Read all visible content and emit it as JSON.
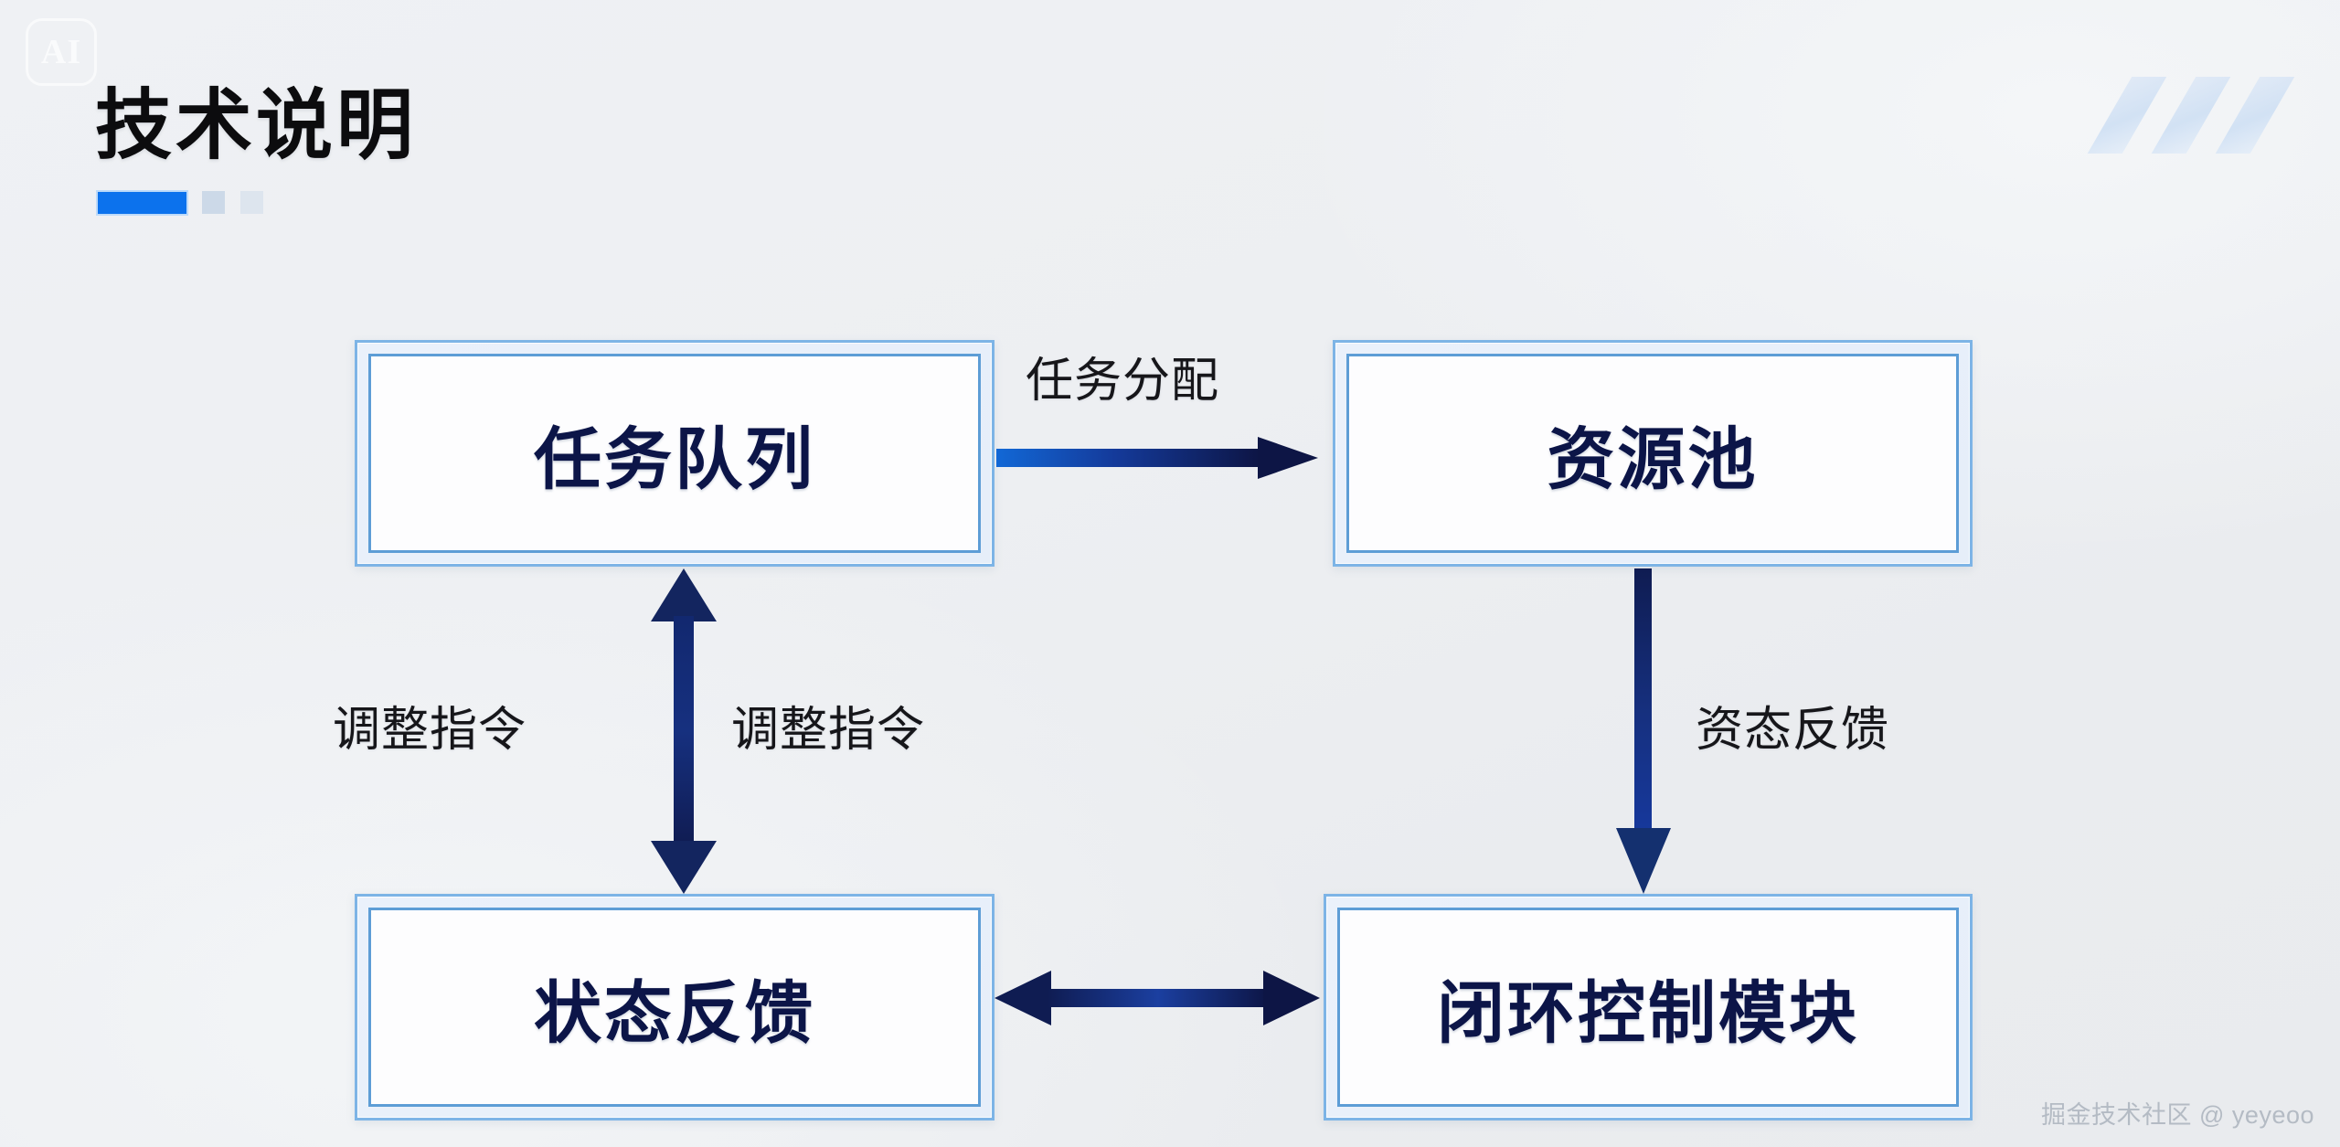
{
  "slide": {
    "title": "技术说明",
    "ai_badge_label": "AI",
    "watermark": "掘金技术社区 @ yeyeoo",
    "background_color": "#eef0f3",
    "accent_color": "#0c72ed",
    "node_border_color": "#5d9dd6",
    "node_text_color": "#0c1548",
    "arrow_color": "#0d1545"
  },
  "diagram": {
    "type": "flowchart",
    "nodes": [
      {
        "id": "task-queue",
        "label": "任务队列",
        "position": "top-left"
      },
      {
        "id": "resource-pool",
        "label": "资源池",
        "position": "top-right"
      },
      {
        "id": "status-feedback",
        "label": "状态反馈",
        "position": "bottom-left"
      },
      {
        "id": "closed-loop",
        "label": "闭环控制模块",
        "position": "bottom-right"
      }
    ],
    "edges": [
      {
        "id": "task-alloc",
        "label": "任务分配",
        "from": "task-queue",
        "to": "resource-pool",
        "direction": "right"
      },
      {
        "id": "adjust-left",
        "label": "调整指令",
        "from": "task-queue",
        "to": "status-feedback",
        "direction": "bidirectional"
      },
      {
        "id": "adjust-right",
        "label": "调整指令",
        "from": "status-feedback",
        "to": "task-queue",
        "direction": "bidirectional"
      },
      {
        "id": "res-feedback",
        "label": "资态反馈",
        "from": "resource-pool",
        "to": "closed-loop",
        "direction": "down"
      },
      {
        "id": "bidirectional",
        "label": "",
        "from": "status-feedback",
        "to": "closed-loop",
        "direction": "bidirectional"
      }
    ]
  }
}
